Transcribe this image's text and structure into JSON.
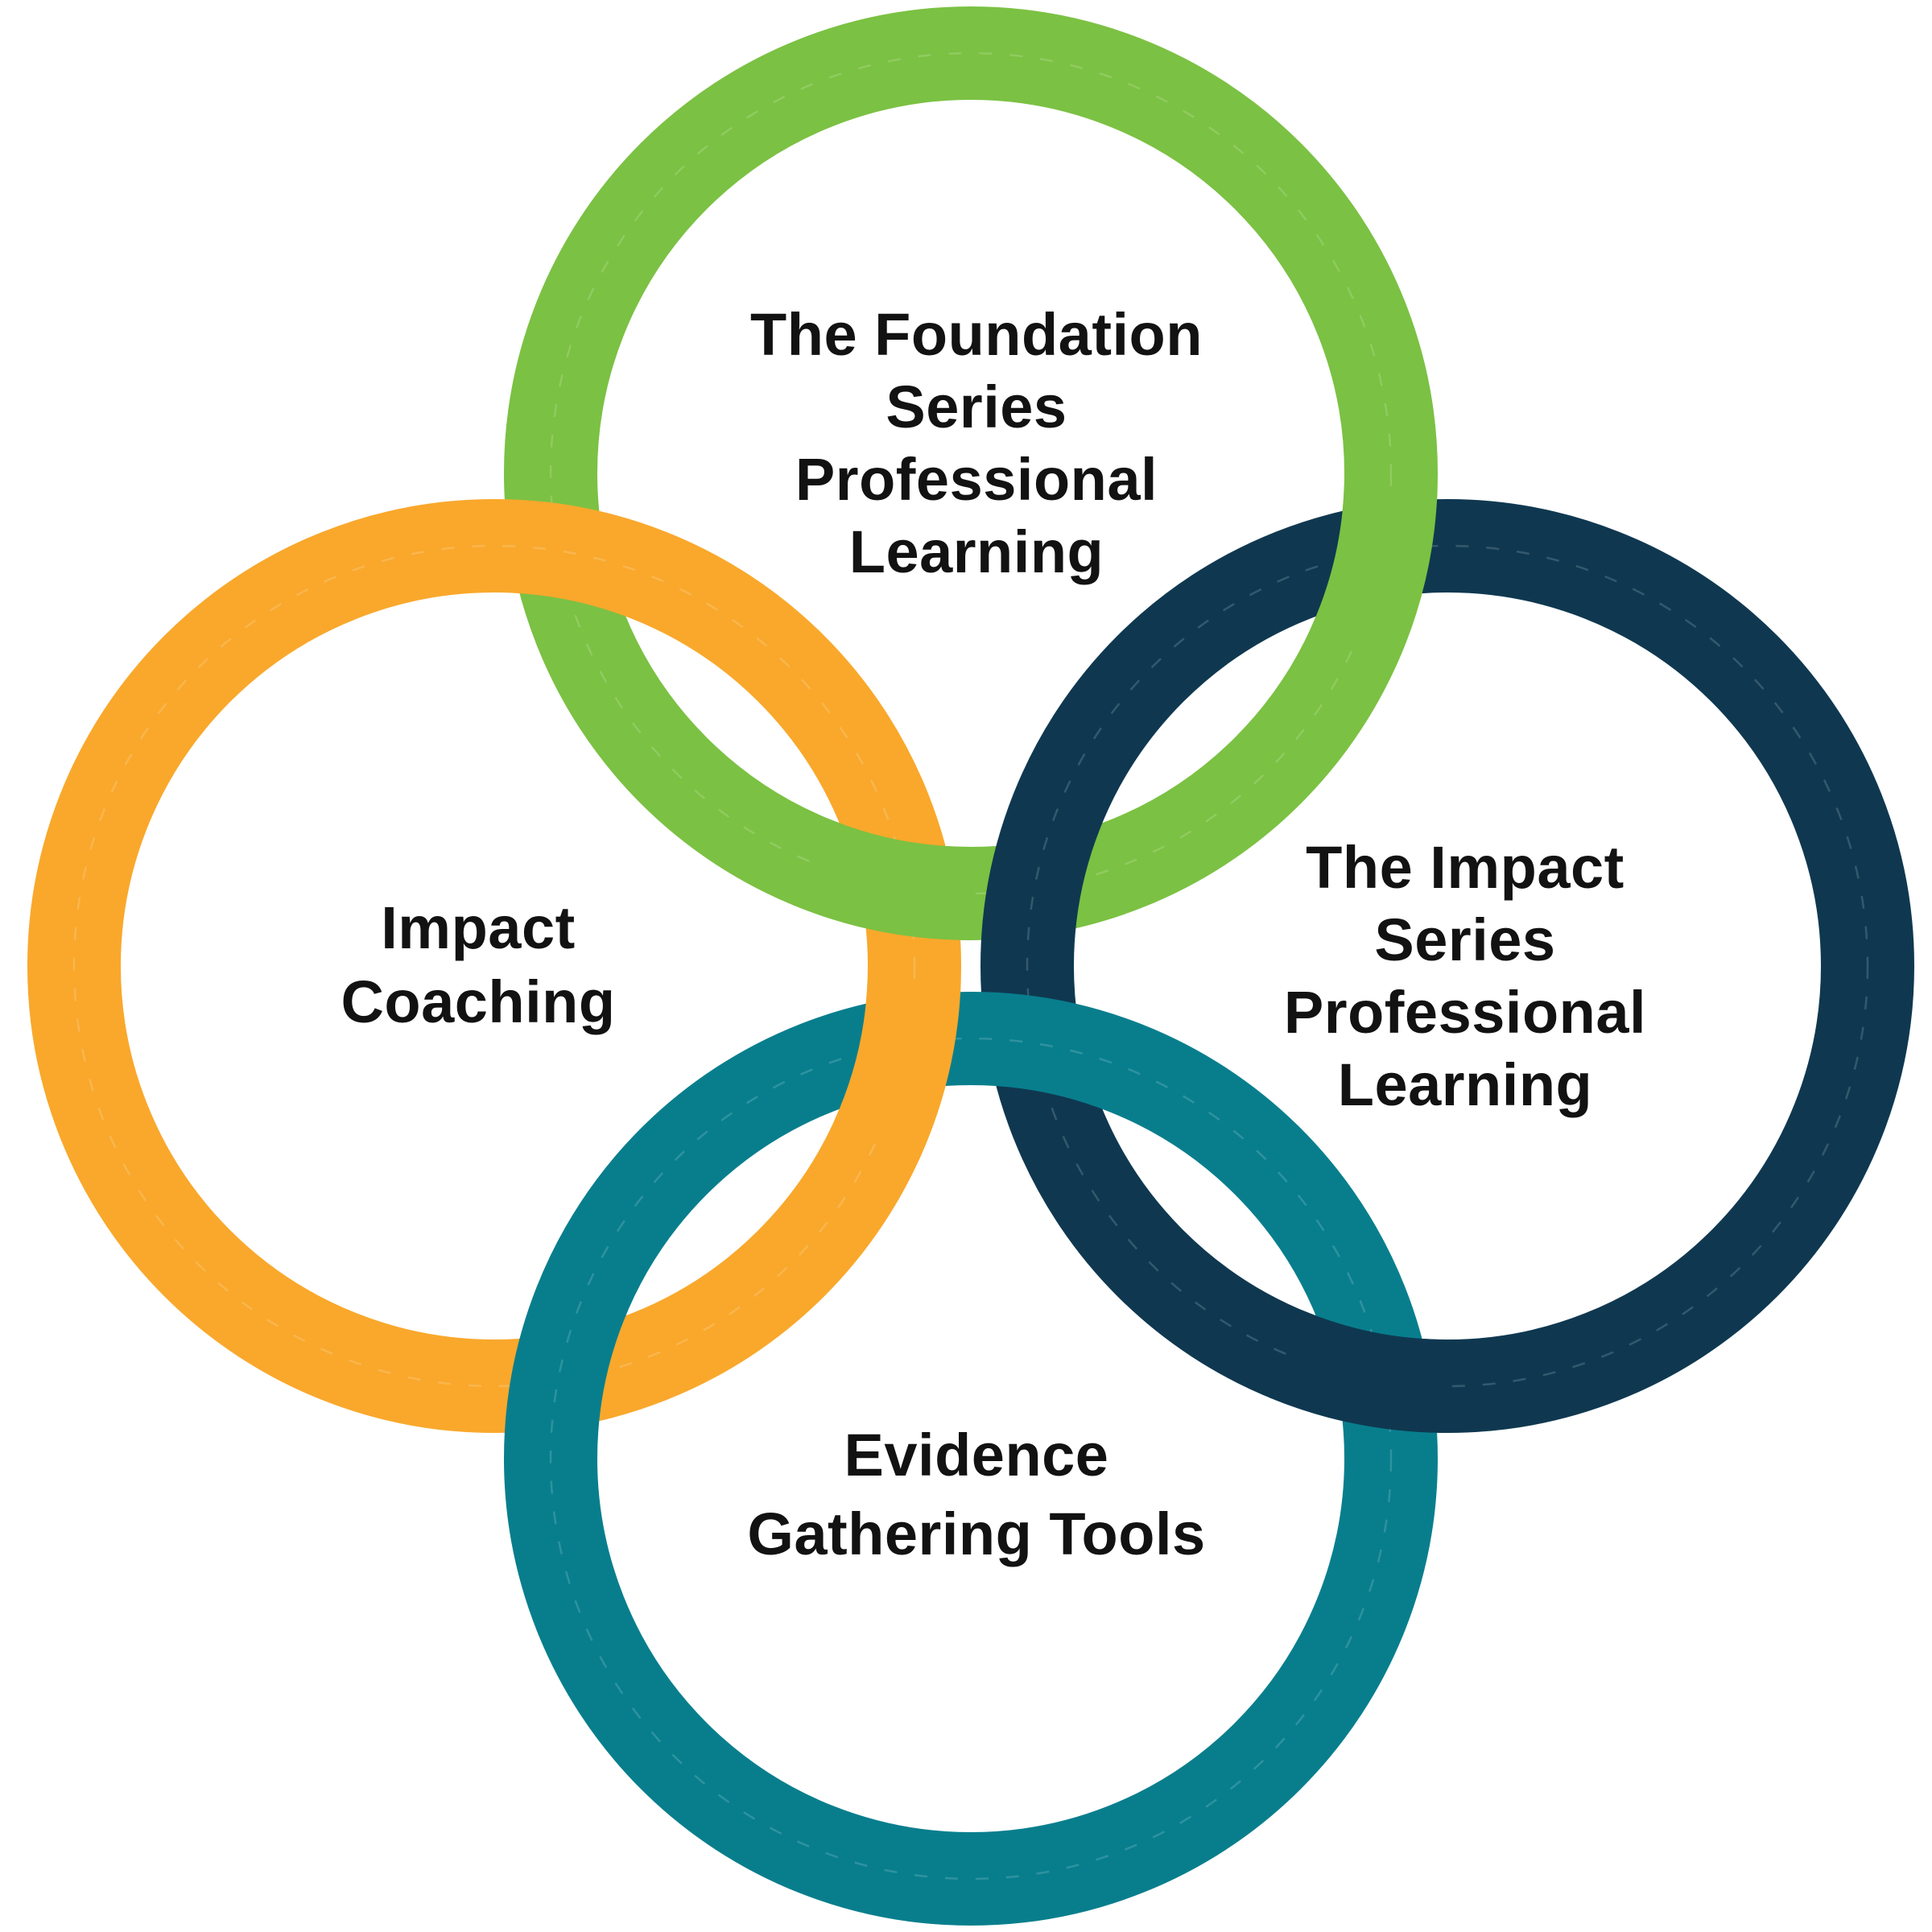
{
  "page": {
    "background_color": "#FFFFFF",
    "text_color": "#121212"
  },
  "diagram": {
    "type": "interlocking-rings",
    "ring_count": 4,
    "rings": [
      {
        "position": "top",
        "id": "foundation-series-professional-learning",
        "color": "#7BC143",
        "color_name": "green",
        "label": "The Foundation Series Professional Learning",
        "label_lines": [
          "The Foundation",
          "Series",
          "Professional",
          "Learning"
        ]
      },
      {
        "position": "left",
        "id": "impact-coaching",
        "color": "#F9A82C",
        "color_name": "orange",
        "label": "Impact Coaching",
        "label_lines": [
          "Impact",
          "Coaching"
        ]
      },
      {
        "position": "right",
        "id": "impact-series-professional-learning",
        "color": "#0F3850",
        "color_name": "navy",
        "label": "The Impact Series Professional Learning",
        "label_lines": [
          "The Impact",
          "Series",
          "Professional",
          "Learning"
        ]
      },
      {
        "position": "bottom",
        "id": "evidence-gathering-tools",
        "color": "#087E8D",
        "color_name": "teal",
        "label": "Evidence Gathering Tools",
        "label_lines": [
          "Evidence",
          "Gathering Tools"
        ]
      }
    ]
  }
}
